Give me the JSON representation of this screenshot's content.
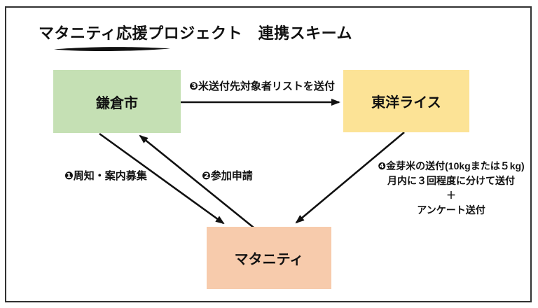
{
  "title": "マタニティ応援プロジェクト　連携スキーム",
  "nodes": {
    "kamakura": {
      "label": "鎌倉市",
      "color": "#C5E0B4"
    },
    "toyo_rice": {
      "label": "東洋ライス",
      "color": "#FCE396"
    },
    "maternity": {
      "label": "マタニティ",
      "color": "#F7CBAC"
    }
  },
  "edges": {
    "e1": {
      "label": "❶周知・案内募集",
      "from": "鎌倉市",
      "to": "マタニティ"
    },
    "e2": {
      "label": "❷参加申請",
      "from": "マタニティ",
      "to": "鎌倉市"
    },
    "e3": {
      "label": "❸米送付先対象者リストを送付",
      "from": "鎌倉市",
      "to": "東洋ライス"
    },
    "e4": {
      "lines": [
        "❹金芽米の送付(10kgまたは５kg)",
        "月内に３回程度に分けて送付",
        "＋",
        "アンケート送付"
      ],
      "from": "東洋ライス",
      "to": "マタニティ"
    }
  },
  "line_color": "#111111"
}
